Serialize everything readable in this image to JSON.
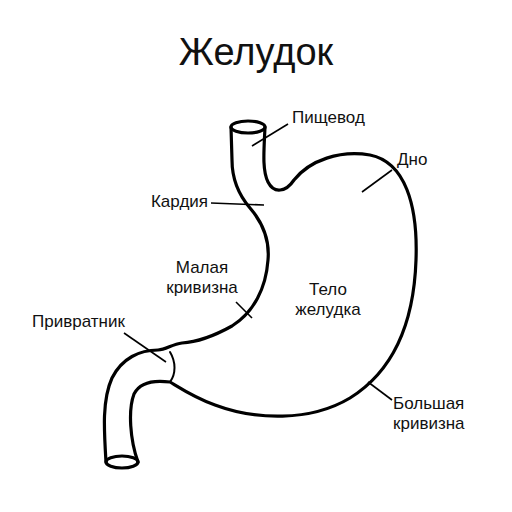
{
  "diagram": {
    "title": "Желудок",
    "labels": [
      "Пищевод",
      "Дно",
      "Кардия",
      "Малая кривизна",
      "Тело желудка",
      "Привратник",
      "Большая кривизна"
    ]
  }
}
